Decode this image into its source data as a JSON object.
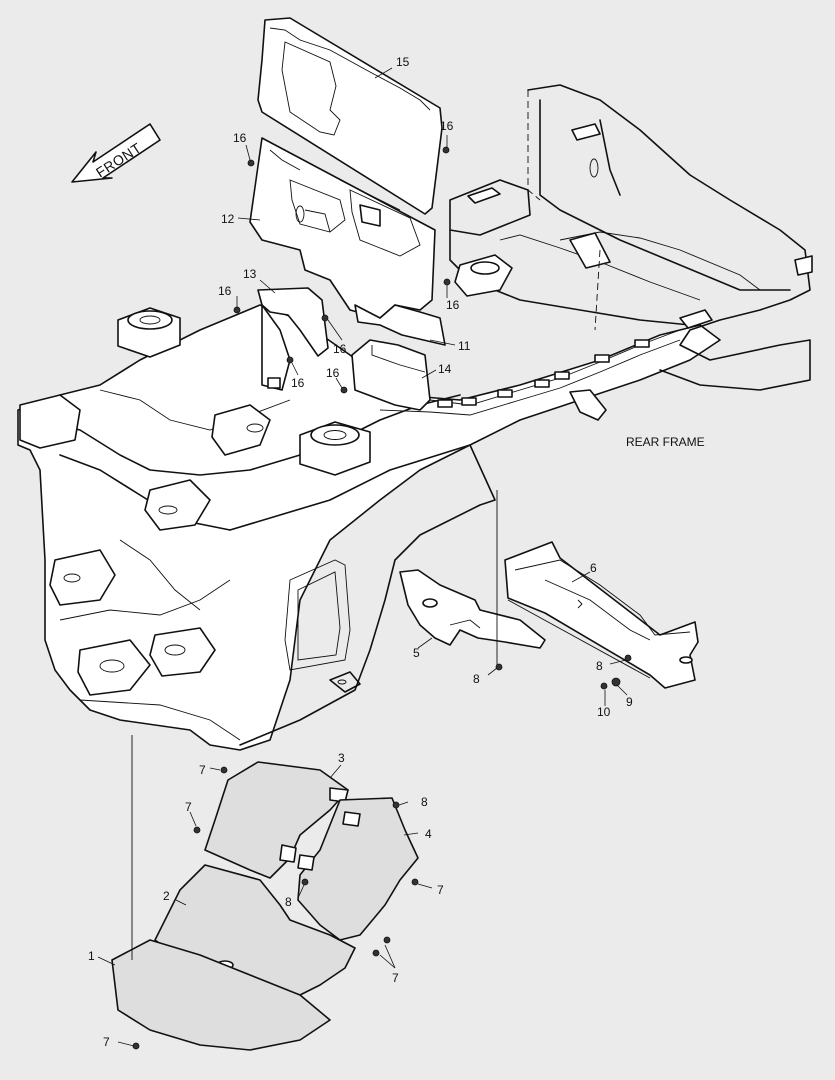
{
  "diagram": {
    "region_label": "REAR FRAME",
    "direction_label": "FRONT",
    "callouts": {
      "c1": "1",
      "c2": "2",
      "c3": "3",
      "c4": "4",
      "c5": "5",
      "c6": "6",
      "c7a": "7",
      "c7b": "7",
      "c7c": "7",
      "c7d": "7",
      "c7e": "7",
      "c8a": "8",
      "c8b": "8",
      "c8c": "8",
      "c8d": "8",
      "c9": "9",
      "c10": "10",
      "c11": "11",
      "c12": "12",
      "c13": "13",
      "c14": "14",
      "c15": "15",
      "c16a": "16",
      "c16b": "16",
      "c16c": "16",
      "c16d": "16",
      "c16e": "16",
      "c16f": "16"
    }
  }
}
